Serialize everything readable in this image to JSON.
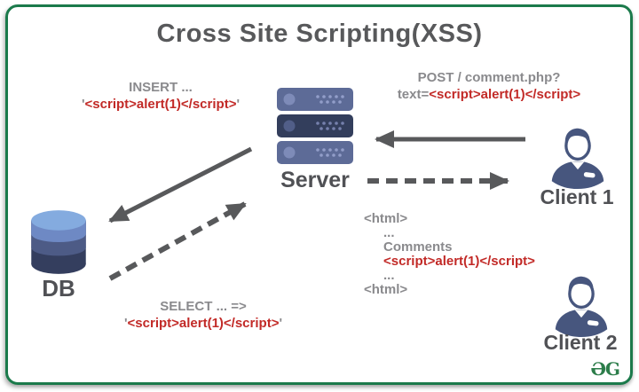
{
  "title": "Cross Site Scripting(XSS)",
  "insert_block": {
    "heading": "INSERT ...",
    "quote_open": "'",
    "payload": "<script>alert(1)</script>",
    "quote_close": "'"
  },
  "post_block": {
    "heading": "POST / comment.php?",
    "prefix": "text=",
    "payload": "<script>alert(1)</script>"
  },
  "html_block": {
    "line_open": "<html>",
    "ellipsis1": "...",
    "comments": "Comments",
    "payload": "<script>alert(1)</script>",
    "ellipsis2": "...",
    "line_close": "<html>"
  },
  "select_block": {
    "heading": "SELECT ... =>",
    "quote_open": "'",
    "payload": "<script>alert(1)</script>",
    "quote_close": "'"
  },
  "nodes": {
    "server": "Server",
    "db": "DB",
    "client1": "Client 1",
    "client2": "Client 2"
  },
  "logo": {
    "text": "ƏG"
  },
  "colors": {
    "frame_green": "#1b7a4b",
    "payload_red": "#c22a27",
    "secondary_gray": "#8a8a8d",
    "label_gray": "#505155",
    "arrow_gray": "#58595b",
    "icon_slate": "#47567e",
    "logo_green": "#2c7d4a"
  }
}
